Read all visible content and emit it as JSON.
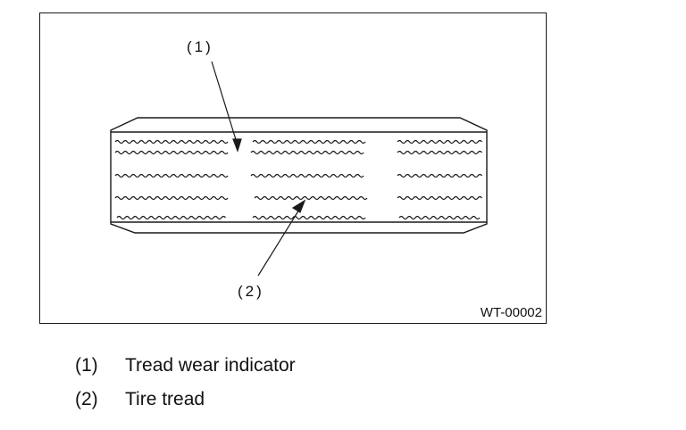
{
  "figure": {
    "callouts": [
      {
        "label": "(1)"
      },
      {
        "label": "(2)"
      }
    ],
    "figure_code": "WT-00002"
  },
  "legend": {
    "items": [
      {
        "number": "(1)",
        "text": "Tread wear indicator"
      },
      {
        "number": "(2)",
        "text": "Tire tread"
      }
    ]
  }
}
